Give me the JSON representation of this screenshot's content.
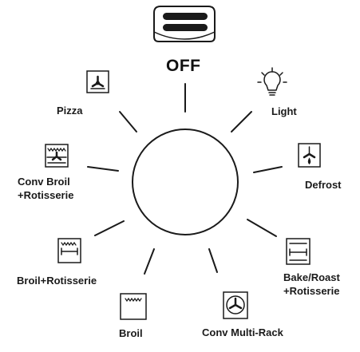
{
  "dial": {
    "off_label": "OFF",
    "handle_icon": "oven-door-handle-icon",
    "stroke_color": "#1a1a1a"
  },
  "modes": [
    {
      "label": "Pizza",
      "icon": "pizza-fan-bottom-icon"
    },
    {
      "label": "Light",
      "icon": "light-bulb-icon"
    },
    {
      "label": "Conv Broil",
      "label2": "+Rotisserie",
      "icon": "conv-broil-rotisserie-icon"
    },
    {
      "label": "Defrost",
      "icon": "defrost-icon"
    },
    {
      "label": "Broil+Rotisserie",
      "icon": "broil-rotisserie-icon"
    },
    {
      "label": "Bake/Roast",
      "label2": "+Rotisserie",
      "icon": "bake-roast-rotisserie-icon"
    },
    {
      "label": "Broil",
      "icon": "broil-icon"
    },
    {
      "label": "Conv Multi-Rack",
      "icon": "conv-multi-rack-icon"
    }
  ]
}
